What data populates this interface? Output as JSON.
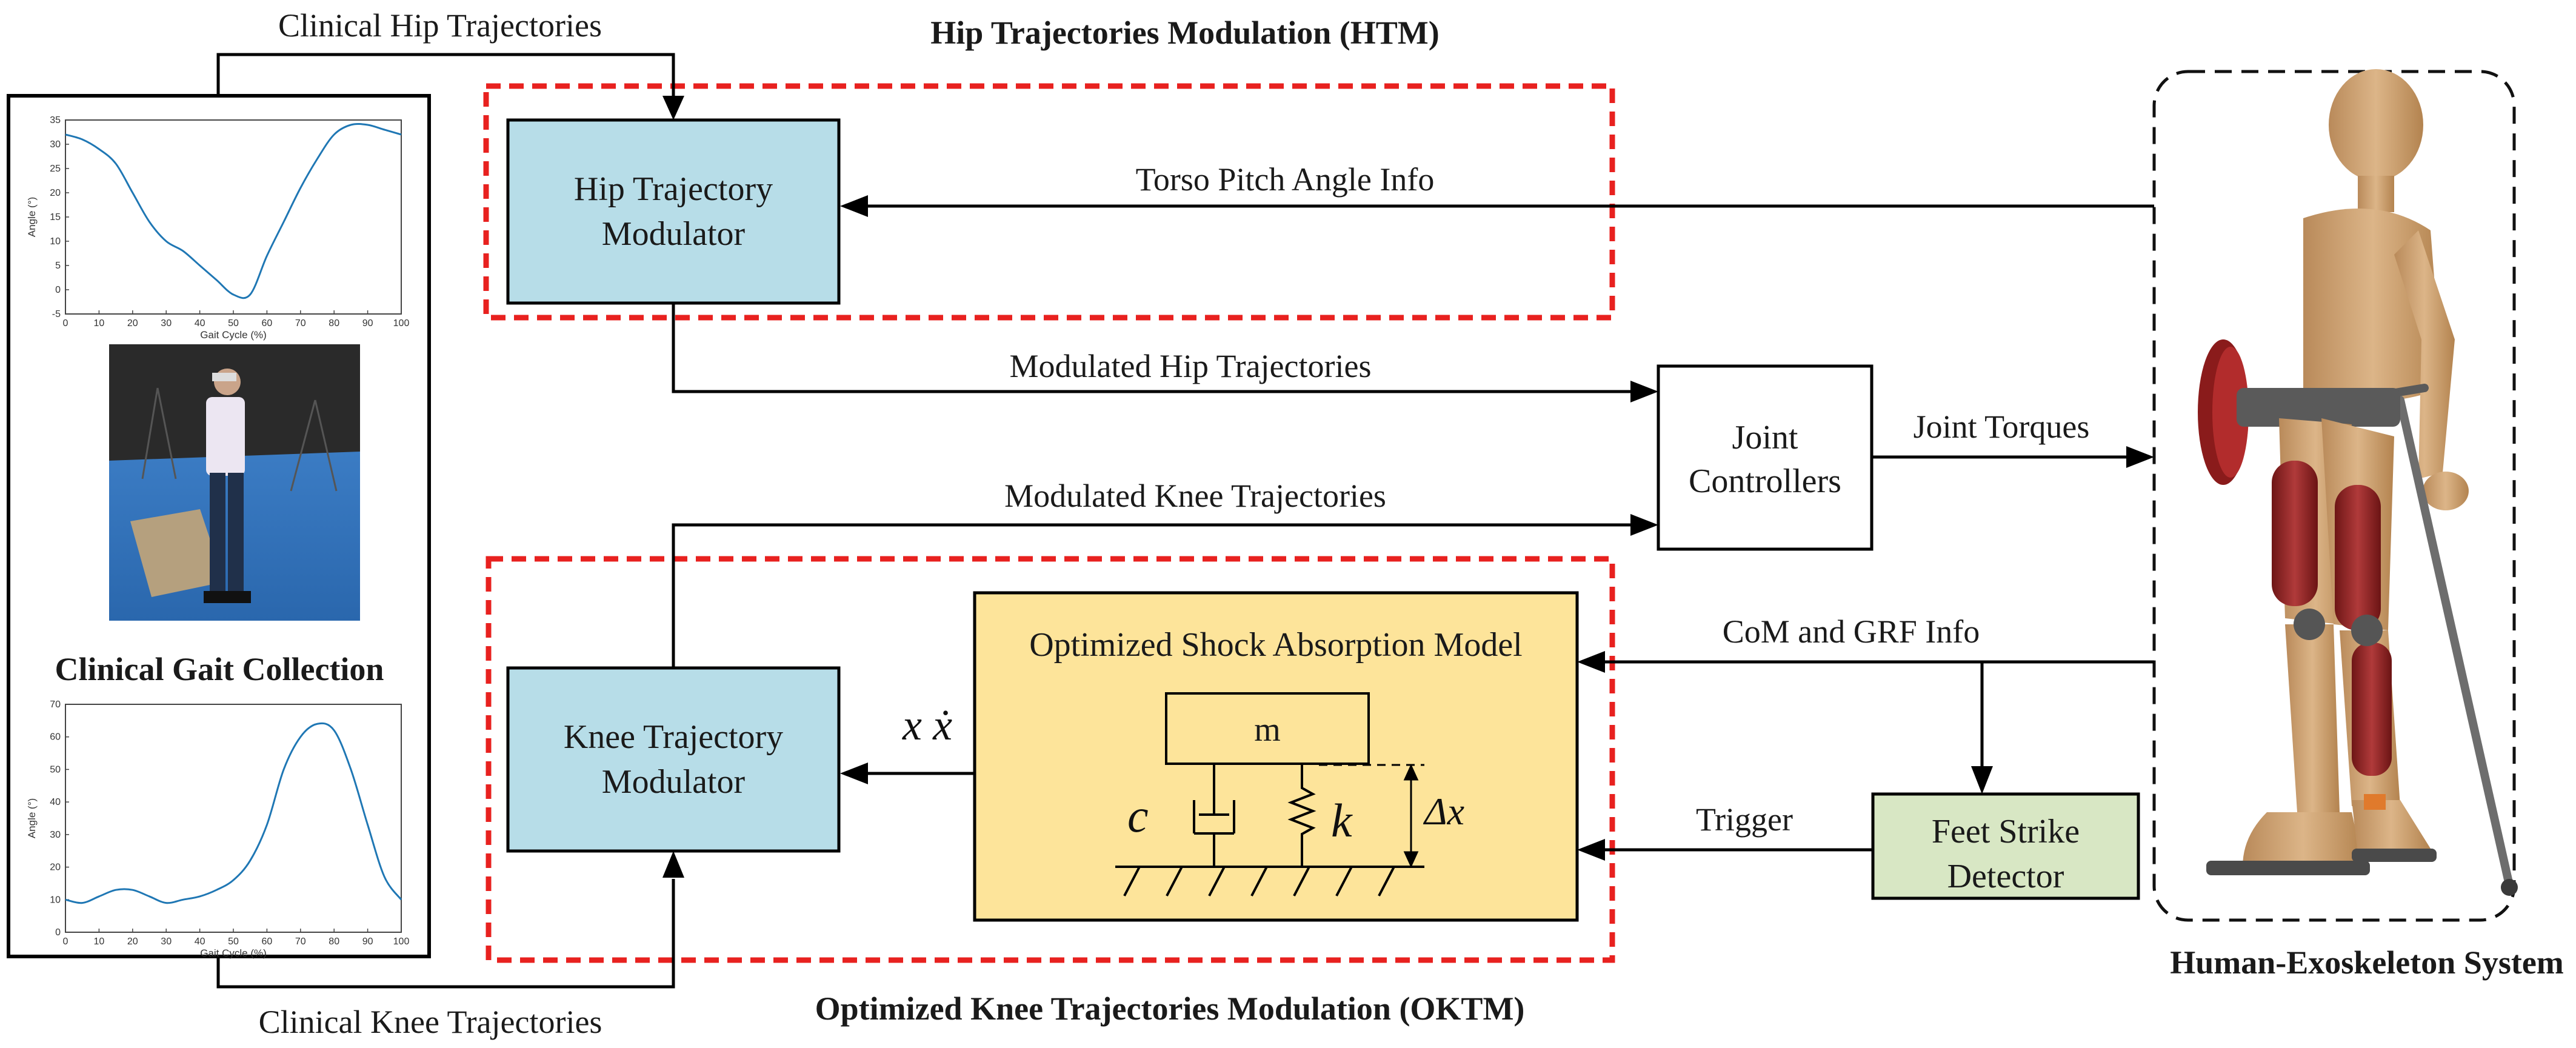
{
  "titles": {
    "htm": "Hip Trajectories Modulation (HTM)",
    "oktm": "Optimized Knee Trajectories Modulation (OKTM)",
    "system": "Human-Exoskeleton System",
    "gait": "Clinical Gait Collection"
  },
  "blocks": {
    "hip_modulator": [
      "Hip Trajectory",
      "Modulator"
    ],
    "knee_modulator": [
      "Knee Trajectory",
      "Modulator"
    ],
    "joint_controllers": [
      "Joint",
      "Controllers"
    ],
    "feet_strike": [
      "Feet Strike",
      "Detector"
    ],
    "shock_model": "Optimized Shock Absorption Model",
    "mass": "m",
    "damper": "c",
    "spring": "k",
    "displacement": "Δx",
    "state": "x ẋ"
  },
  "signals": {
    "clinical_hip": "Clinical Hip Trajectories",
    "clinical_knee": "Clinical Knee Trajectories",
    "torso_pitch": "Torso Pitch Angle Info",
    "mod_hip": "Modulated Hip Trajectories",
    "mod_knee": "Modulated Knee Trajectories",
    "joint_torques": "Joint Torques",
    "com_grf": "CoM and GRF Info",
    "trigger": "Trigger"
  },
  "colors": {
    "modulator_fill": "#b7dde8",
    "shock_fill": "#fde49a",
    "detector_fill": "#d8e7c4",
    "dashed_red": "#e8211f",
    "curve": "#1f77b4"
  },
  "chart_data": [
    {
      "type": "line",
      "ylabel": "Angle (°)",
      "xlabel": "Gait Cycle (%)",
      "xlim": [
        0,
        100
      ],
      "ylim": [
        -5,
        35
      ],
      "xticks": [
        "0",
        "10",
        "20",
        "30",
        "40",
        "50",
        "60",
        "70",
        "80",
        "90",
        "100"
      ],
      "yticks": [
        "-5",
        "0",
        "5",
        "10",
        "15",
        "20",
        "25",
        "30",
        "35"
      ],
      "x": [
        0,
        5,
        10,
        15,
        20,
        25,
        30,
        35,
        40,
        45,
        50,
        55,
        60,
        65,
        70,
        75,
        80,
        85,
        90,
        95,
        100
      ],
      "y": [
        32,
        31,
        29,
        26,
        20,
        14,
        10,
        8,
        5,
        2,
        -1,
        -1,
        7,
        14,
        21,
        27,
        32,
        34,
        34,
        33,
        32
      ]
    },
    {
      "type": "line",
      "ylabel": "Angle (°)",
      "xlabel": "Gait Cycle (%)",
      "xlim": [
        0,
        100
      ],
      "ylim": [
        0,
        70
      ],
      "xticks": [
        "0",
        "10",
        "20",
        "30",
        "40",
        "50",
        "60",
        "70",
        "80",
        "90",
        "100"
      ],
      "yticks": [
        "0",
        "10",
        "20",
        "30",
        "40",
        "50",
        "60",
        "70"
      ],
      "x": [
        0,
        5,
        10,
        15,
        20,
        25,
        30,
        35,
        40,
        45,
        50,
        55,
        60,
        65,
        70,
        75,
        80,
        85,
        90,
        95,
        100
      ],
      "y": [
        10,
        9,
        11,
        13,
        13,
        11,
        9,
        10,
        11,
        13,
        16,
        22,
        33,
        50,
        60,
        64,
        62,
        50,
        33,
        17,
        10
      ]
    }
  ]
}
